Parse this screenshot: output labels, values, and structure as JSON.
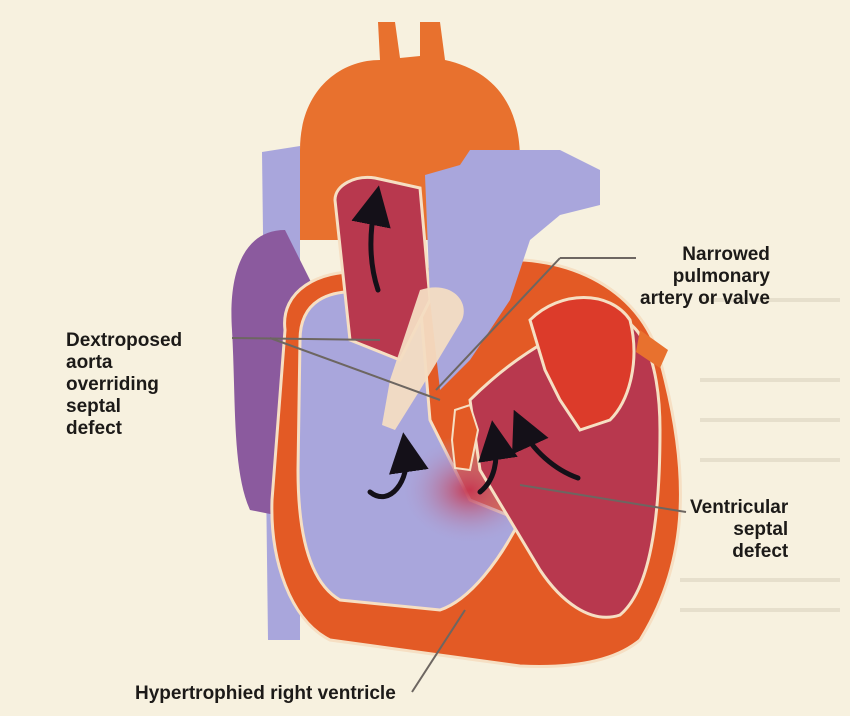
{
  "labels": {
    "narrowed_pulmonary": [
      "Narrowed",
      "pulmonary",
      "artery or valve"
    ],
    "dextroposed_aorta": [
      "Dextroposed",
      "aorta",
      "overriding",
      "septal",
      "defect"
    ],
    "ventricular_septal_defect": [
      "Ventricular",
      "septal",
      "defect"
    ],
    "hypertrophied_rv": "Hypertrophied right ventricle"
  },
  "colors": {
    "background": "#f7f1df",
    "aorta_orange": "#e8712e",
    "heart_wall": "#e35a25",
    "deoxygenated_blue": "#a9a6dc",
    "mixed_crimson": "#b8384e",
    "oxygenated_red": "#dc3b2a",
    "atrium_purple": "#8b5a9e"
  }
}
